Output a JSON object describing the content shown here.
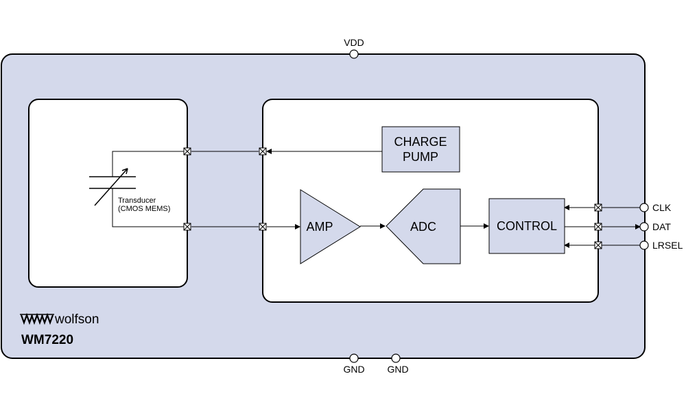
{
  "pins": {
    "vdd": "VDD",
    "gnd1": "GND",
    "gnd2": "GND",
    "clk": "CLK",
    "dat": "DAT",
    "lrsel": "LRSEL"
  },
  "blocks": {
    "charge_pump_line1": "CHARGE",
    "charge_pump_line2": "PUMP",
    "amp": "AMP",
    "adc": "ADC",
    "control": "CONTROL"
  },
  "transducer": {
    "line1": "Transducer",
    "line2": "(CMOS MEMS)"
  },
  "branding": {
    "logo_text": "wolfson",
    "part_number": "WM7220"
  },
  "colors": {
    "package_fill": "#d4d9eb",
    "block_fill": "#d4d9eb",
    "outline": "#000000"
  }
}
